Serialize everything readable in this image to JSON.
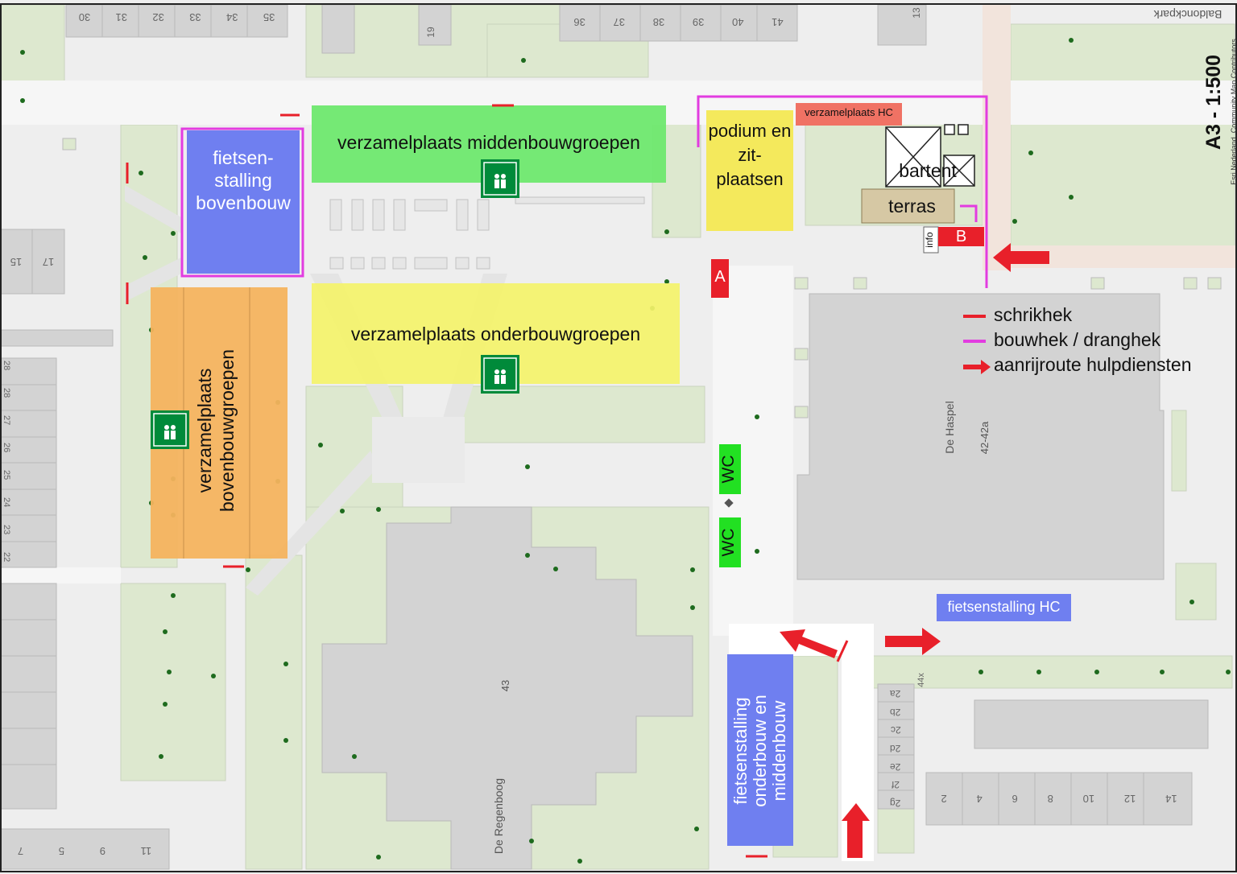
{
  "title": "A3 - 1:500",
  "attribution": "Esri Nederland, Community Map Contributors",
  "street_label": "Baldonckpark",
  "zones": {
    "middenbouw": "verzamelplaats middenbouwgroepen",
    "onderbouw": "verzamelplaats onderbouwgroepen",
    "bovenbouw": "verzamelplaats bovenbouwgroepen",
    "fietsen_bovenbouw": "fietsen-stalling bovenbouw",
    "podium": "podium en zit-plaatsen",
    "verzamel_hc": "verzamelplaats HC",
    "bartent": "bartent",
    "terras": "terras",
    "info": "info",
    "fietsen_hc": "fietsenstalling HC",
    "fietsen_onder_midden": "fietsenstalling onderbouw en middenbouw",
    "wc": "WC",
    "marker_a": "A",
    "marker_b": "B"
  },
  "buildings": {
    "haspel": "De Haspel",
    "haspel_nr": "42-42a",
    "regenboog": "De Regenboog",
    "regenboog_nr": "43"
  },
  "legend": {
    "schrikhek": "schrikhek",
    "bouwhek": "bouwhek / dranghek",
    "aanrijroute": "aanrijroute hulpdiensten"
  },
  "house_numbers": {
    "top_left": [
      "30",
      "31",
      "32",
      "33",
      "34",
      "35"
    ],
    "top_mid": [
      "36",
      "37",
      "38",
      "39",
      "40",
      "41"
    ],
    "top_19": "19",
    "top_13": "13",
    "left_mid": [
      "15",
      "17"
    ],
    "left_col": [
      "28",
      "28",
      "27",
      "26",
      "25",
      "24",
      "23",
      "22"
    ],
    "bottom_left": [
      "7",
      "5",
      "9",
      "11"
    ],
    "right_bottom_col": [
      "2a",
      "2b",
      "2c",
      "2d",
      "2e",
      "2f",
      "2g"
    ],
    "right_bottom_row": [
      "2",
      "4",
      "6",
      "8",
      "10",
      "12",
      "14"
    ],
    "nr_44x": "44x"
  },
  "colors": {
    "green_zone": "#6ee86e",
    "yellow_zone": "#f4f36a",
    "orange_zone": "#f4b35e",
    "blue_zone": "#6f7ff0",
    "gate_red": "#e8202a",
    "fence_magenta": "#e23ce0",
    "emergency_green": "#008a3a",
    "wc_green": "#22e022"
  },
  "icons": [
    "assembly-point-icon",
    "emergency-route-arrow-icon"
  ]
}
